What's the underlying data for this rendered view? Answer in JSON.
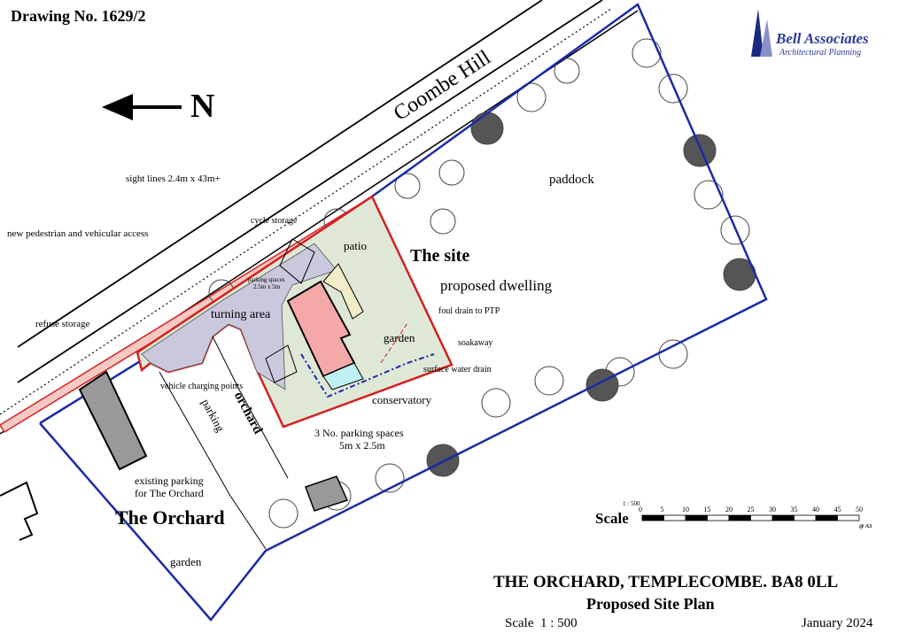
{
  "drawing_number": "Drawing No. 1629/2",
  "logo": {
    "name": "Bell Associates",
    "tagline": "Architectural Planning"
  },
  "north_label": "N",
  "road_name": "Coombe Hill",
  "labels": {
    "sight_lines": "sight lines 2.4m x 43m+",
    "new_access": "new pedestrian and vehicular access",
    "cycle_storage": "cycle storage",
    "patio": "patio",
    "the_site": "The site",
    "paddock": "paddock",
    "parking_spaces_small_1": "parking spaces",
    "parking_spaces_small_2": "2.5m x 5m",
    "proposed_dwelling": "proposed dwelling",
    "turning_area": "turning area",
    "refuse_storage": "refuse storage",
    "foul_drain": "foul drain to PTP",
    "garden_site": "garden",
    "soakaway": "soakaway",
    "surface_water_drain": "surface water drain",
    "vehicle_charging": "vehicle charging points",
    "conservatory": "conservatory",
    "orchard_road": "orchard",
    "parking": "parking",
    "three_parking_1": "3 No. parking spaces",
    "three_parking_2": "5m x 2.5m",
    "existing_parking_1": "existing parking",
    "existing_parking_2": "for The Orchard",
    "the_orchard": "The Orchard",
    "garden_orchard": "garden"
  },
  "scale_bar": {
    "title": "Scale",
    "ratio": "1 : 500",
    "ticks": [
      "0",
      "5",
      "10",
      "15",
      "20",
      "25",
      "30",
      "35",
      "40",
      "45",
      "50"
    ],
    "paper": "@ A3"
  },
  "title_block": {
    "address": "THE ORCHARD, TEMPLECOMBE. BA8 0LL",
    "title": "Proposed Site Plan",
    "scale": "Scale  1 : 500",
    "date": "January 2024"
  },
  "colors": {
    "site_boundary": "#d42020",
    "ownership_boundary": "#1a2aa8",
    "site_fill": "#dfe8d6",
    "dwelling": "#f4a9a8",
    "driveway": "#c9c8dc",
    "conservatory": "#bff0f4",
    "patio": "#f3ecc8"
  }
}
